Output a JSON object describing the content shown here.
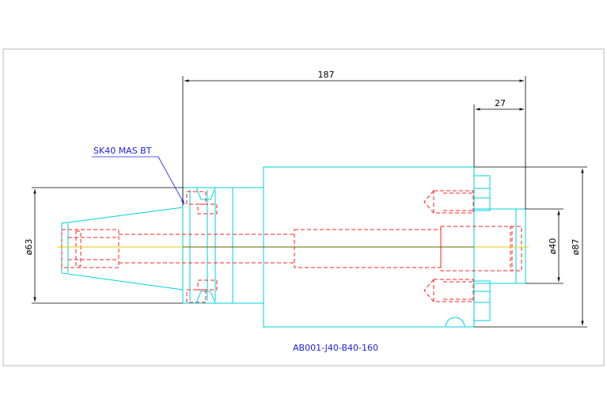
{
  "drawing": {
    "dimensions": {
      "overall_length": "187",
      "flange_length": "27",
      "shank_diameter": "ø63",
      "bore_diameter": "ø40",
      "body_diameter": "ø87"
    },
    "callout_label": "SK40 MAS BT",
    "part_number": "AB001-J40-B40-160",
    "colors": {
      "outline": "#00d0d8",
      "hidden": "#ff2020",
      "dimension": "#000000",
      "callout": "#2020e0",
      "center": "#e8d000"
    }
  }
}
